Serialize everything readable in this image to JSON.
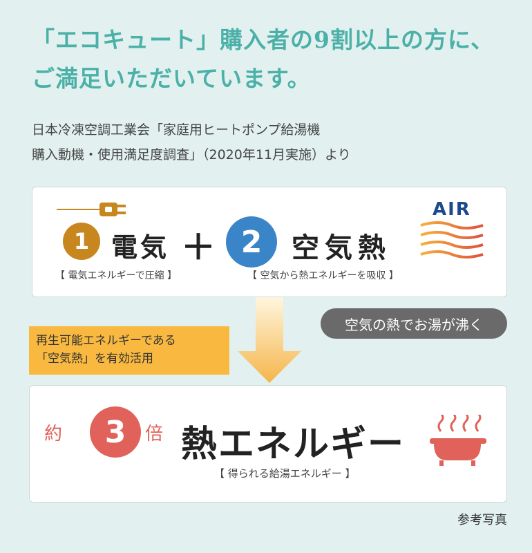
{
  "headline": {
    "line1": "「エコキュート」購入者の9割以上の方に、",
    "line2": "ご満足いただいています。"
  },
  "source": {
    "line1": "日本冷凍空調工業会「家庭用ヒートポンプ給湯機",
    "line2": "購入動機・使用満足度調査」（2020年11月実施）より"
  },
  "top_card": {
    "num1": "1",
    "title1": "電気",
    "plus": "＋",
    "num2": "2",
    "title2": "空気熱",
    "sub1": "【 電気エネルギーで圧縮 】",
    "sub2": "【 空気から熱エネルギーを吸収 】",
    "air_label": "AIR"
  },
  "pill_text": "空気の熱でお湯が沸く",
  "note": {
    "line1": "再生可能エネルギーである",
    "line2": "「空気熱」を有効活用"
  },
  "bottom_card": {
    "prefix": "約",
    "num": "3",
    "suffix": "倍",
    "title": "熱エネルギー",
    "sub": "【 得られる給湯エネルギー 】"
  },
  "photo_note": "参考写真",
  "colors": {
    "background": "#e2f1ef",
    "headline": "#4bb0a8",
    "electric_circle": "#c8861f",
    "air_circle": "#3a84c8",
    "result_circle": "#e0625a",
    "note_bg": "#f9b940",
    "pill_bg": "#6a6a6a"
  },
  "icons": [
    "plug-icon",
    "air-waves-icon",
    "down-arrow-icon",
    "steaming-bathtub-icon"
  ]
}
